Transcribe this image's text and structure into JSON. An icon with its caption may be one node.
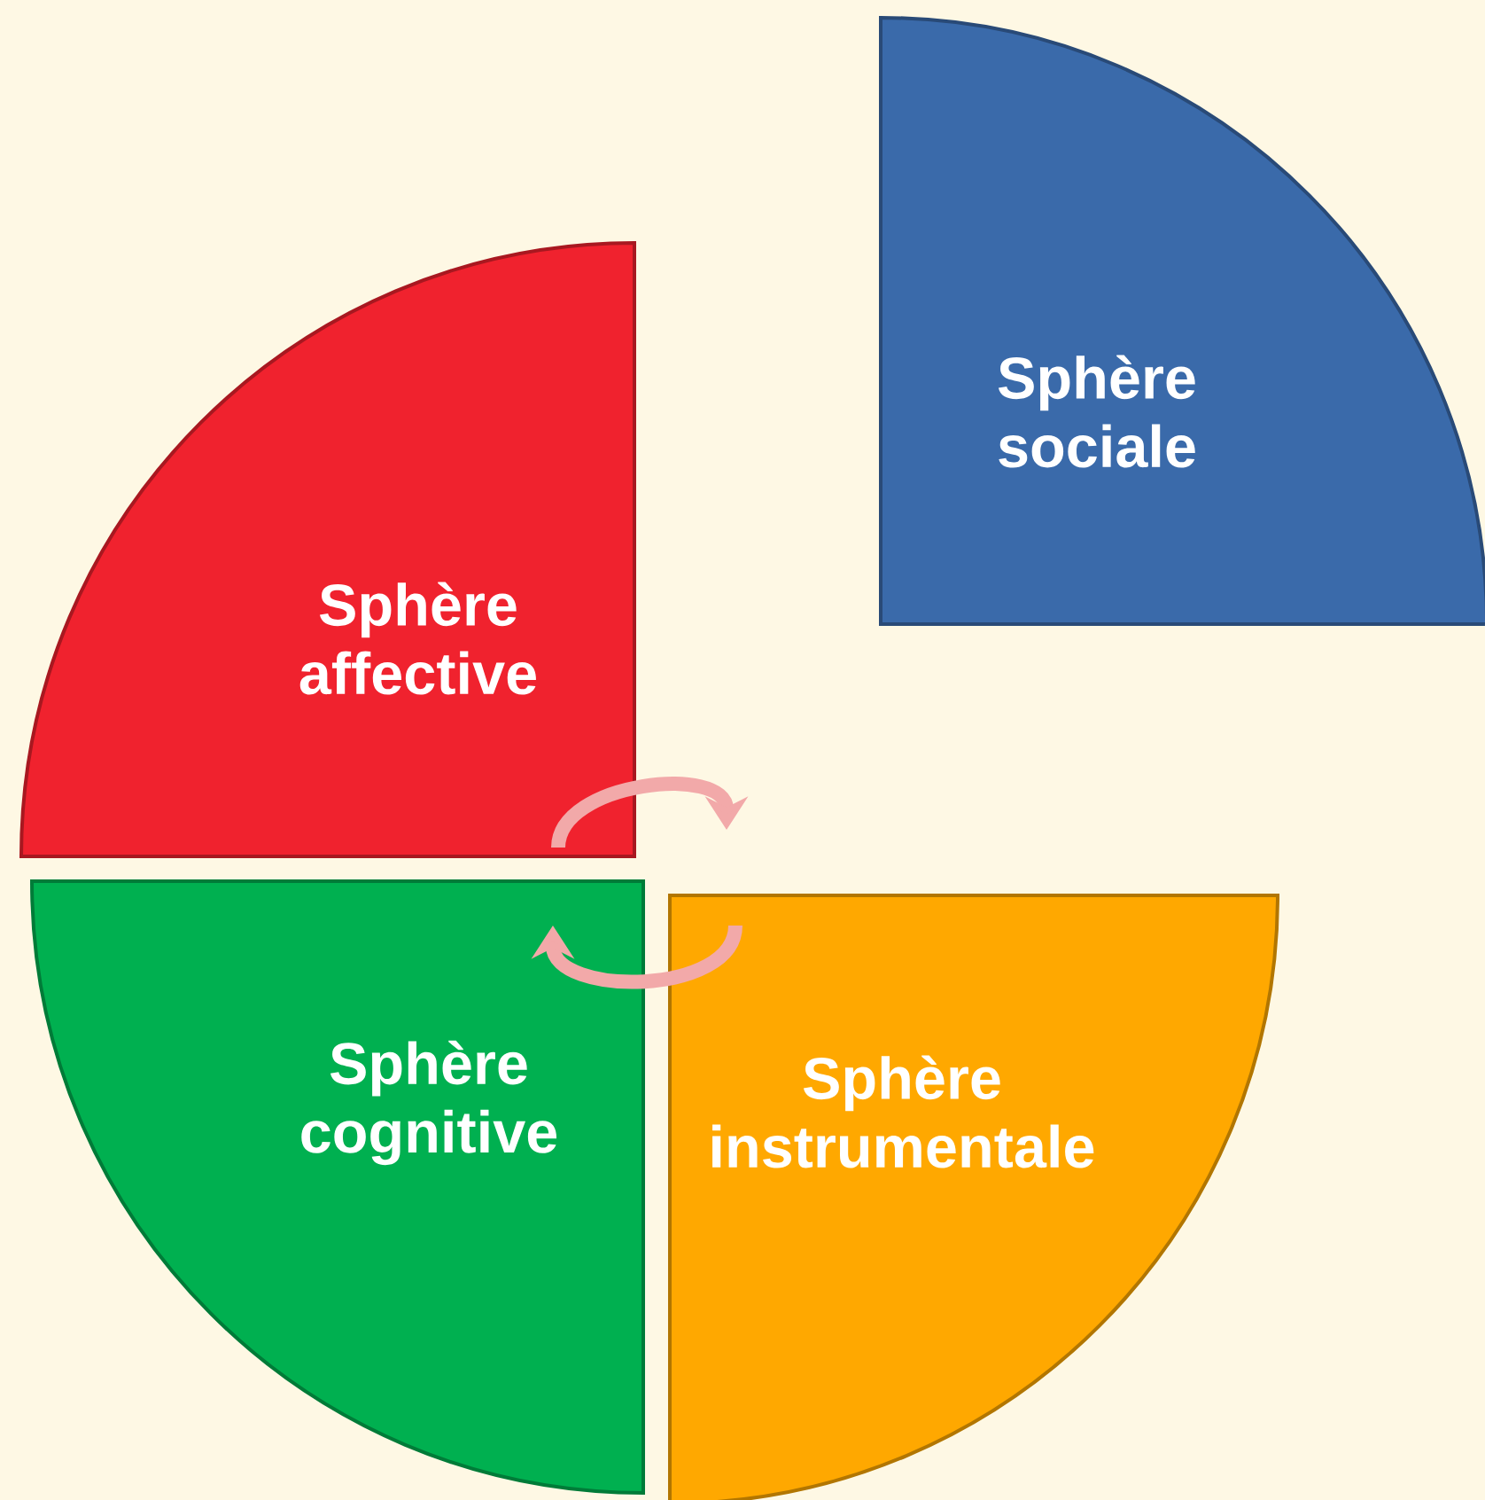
{
  "diagram": {
    "nodes": [
      {
        "text": [
          "Sphère sociale"
        ]
      },
      {
        "text": [
          "Sphère affective"
        ]
      },
      {
        "text": [
          "Sphère cognitive"
        ]
      },
      {
        "text": [
          "Sphère instrumentale"
        ]
      }
    ],
    "edges": [
      {
        "from": 1,
        "to": 3,
        "arrow": "to"
      },
      {
        "from": 3,
        "to": 2,
        "arrow": "to"
      }
    ]
  }
}
